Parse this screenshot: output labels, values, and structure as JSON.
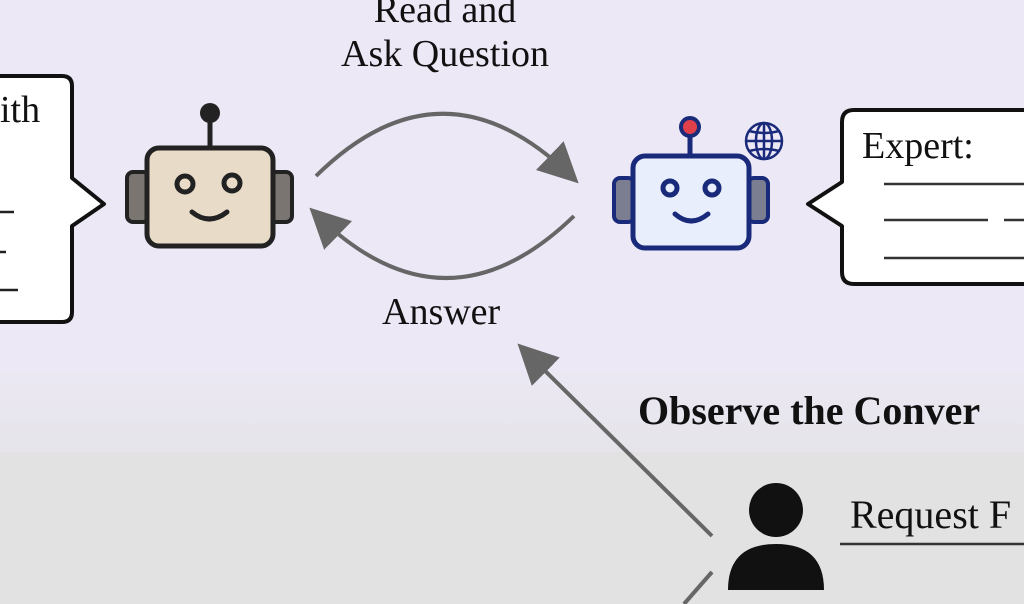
{
  "labels": {
    "read_line1": "Read and",
    "read_line2": "Ask Question",
    "answer": "Answer",
    "expert": "Expert:",
    "left_bubble_fragment": "ith",
    "observe": "Observe the Conver",
    "request": "Request F"
  },
  "colors": {
    "background_top": "#ece8f6",
    "background_bottom": "#e2e2e2",
    "arrow": "#666666",
    "robot_left_face": "#e8dcc8",
    "robot_right_face": "#e8eefc",
    "robot_right_outline": "#1a2a7a",
    "robot_right_antenna": "#e0404a"
  },
  "icons": [
    "robot-icon",
    "globe-icon",
    "person-icon"
  ]
}
